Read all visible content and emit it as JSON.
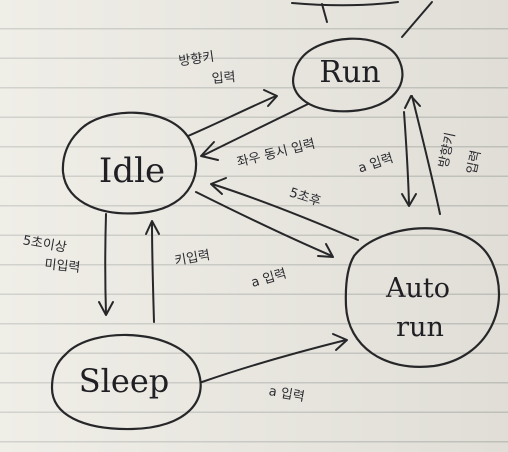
{
  "states": [
    {
      "id": "run",
      "label": "Run"
    },
    {
      "id": "idle",
      "label": "Idle"
    },
    {
      "id": "autorun",
      "label_line1": "Auto",
      "label_line2": "run"
    },
    {
      "id": "sleep",
      "label": "Sleep"
    }
  ],
  "transitions": [
    {
      "from": "idle",
      "to": "run",
      "label_line1": "방향키",
      "label_line2": "입력"
    },
    {
      "from": "run",
      "to": "idle",
      "label": "좌우 동시 입력"
    },
    {
      "from": "run",
      "to": "autorun",
      "label": "a 입력"
    },
    {
      "from": "autorun",
      "to": "run",
      "label_line1": "방향키",
      "label_line2": "입력"
    },
    {
      "from": "autorun",
      "to": "idle",
      "label": "5초후"
    },
    {
      "from": "idle",
      "to": "autorun",
      "label": "a 입력"
    },
    {
      "from": "idle",
      "to": "sleep",
      "label_line1": "5초이상",
      "label_line2": "미입력"
    },
    {
      "from": "sleep",
      "to": "idle",
      "label": "키입력"
    },
    {
      "from": "sleep",
      "to": "autorun",
      "label": "a 입력"
    }
  ]
}
